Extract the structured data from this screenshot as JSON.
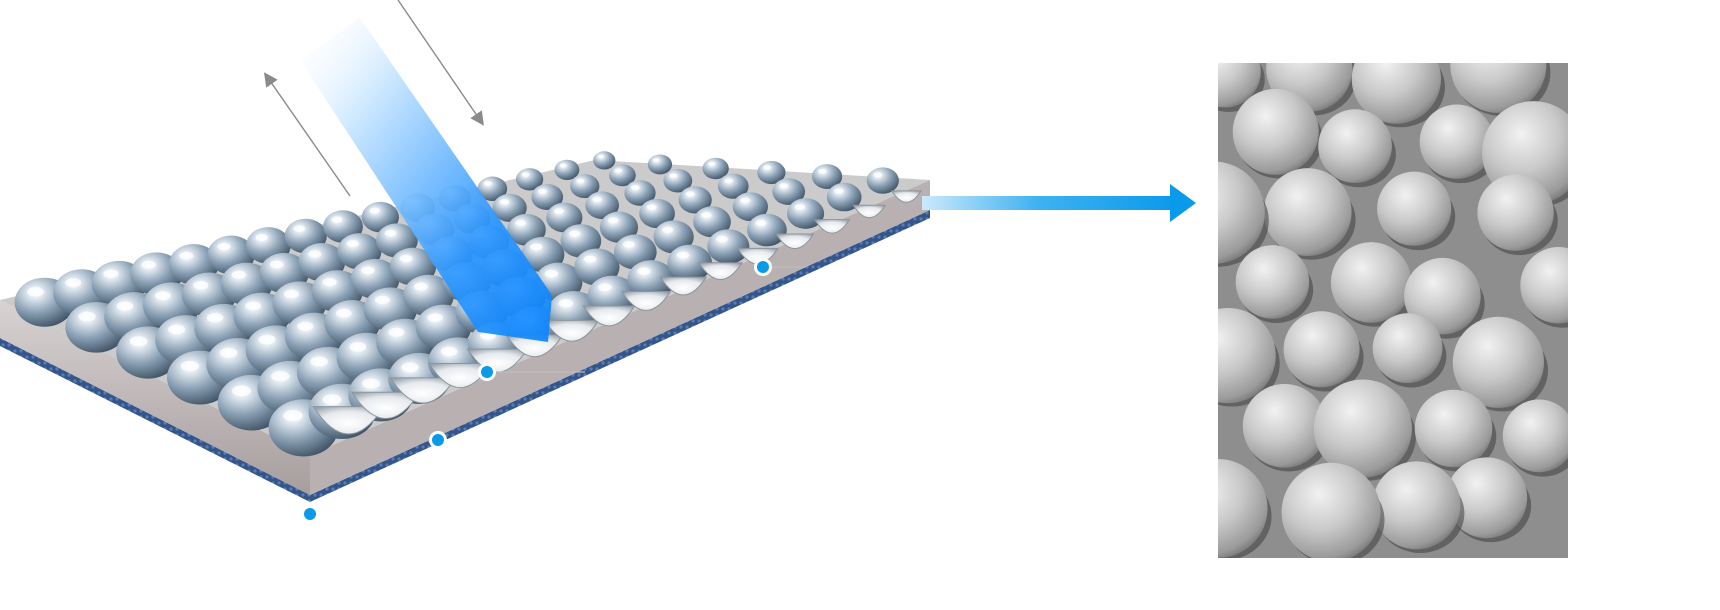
{
  "colors": {
    "accent_blue": "#0a9aea",
    "beam_light": "#cfe9ff",
    "beam_dark": "#0a84ff",
    "bead_dark": "#6e8193",
    "bead_light": "#dde6ee",
    "substrate_top": "#c8c8c8",
    "substrate_side": "#b4acac",
    "fabric": "#3d5d91",
    "leader_line": "#bdbdbd",
    "sem_bg": "#8e8e8e"
  },
  "icons": {
    "incident_arrow": "arrow-down-right-icon",
    "reflected_arrow": "arrow-up-left-icon",
    "output_arrow": "arrow-right-icon",
    "callout_marker": "dot-marker-icon"
  },
  "callouts": [
    {
      "id": "bead-layer"
    },
    {
      "id": "half-shell"
    },
    {
      "id": "binder-layer"
    },
    {
      "id": "fabric-base"
    }
  ]
}
